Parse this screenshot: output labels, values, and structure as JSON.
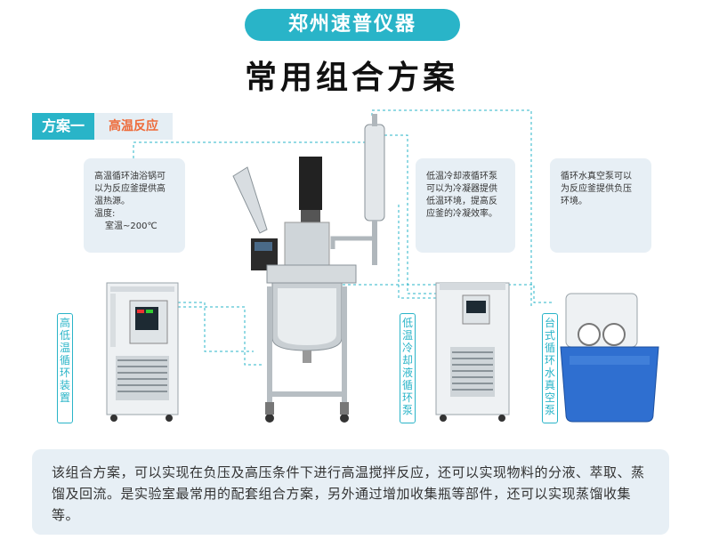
{
  "brand": "郑州速普仪器",
  "title": "常用组合方案",
  "scheme": {
    "tab_label": "方案一",
    "tab_subtitle": "高温反应"
  },
  "info_boxes": [
    {
      "lines": [
        "高温循环油浴锅可",
        "以为反应釜提供高",
        "温热源。",
        "温度:",
        "室温~200℃"
      ]
    },
    {
      "lines": [
        "低温冷却液循环泵",
        "可以为冷凝器提供",
        "低温环境，提高反",
        "应釜的冷凝效率。"
      ]
    },
    {
      "lines": [
        "循环水真空泵可以",
        "为反应釜提供负压",
        "环境。"
      ]
    }
  ],
  "equipment_labels": [
    {
      "chars": [
        "高",
        "低",
        "温",
        "循",
        "环",
        "装",
        "置"
      ]
    },
    {
      "chars": [
        "低",
        "温",
        "冷",
        "却",
        "液",
        "循",
        "环",
        "泵"
      ]
    },
    {
      "chars": [
        "台",
        "式",
        "循",
        "环",
        "水",
        "真",
        "空",
        "泵"
      ]
    }
  ],
  "description": "该组合方案，可以实现在负压及高压条件下进行高温搅拌反应，还可以实现物料的分液、萃取、蒸馏及回流。是实验室最常用的配套组合方案，另外通过增加收集瓶等部件，还可以实现蒸馏收集等。",
  "colors": {
    "accent": "#29b4c8",
    "highlight": "#ee6b3a",
    "panel": "#e7eff5"
  }
}
